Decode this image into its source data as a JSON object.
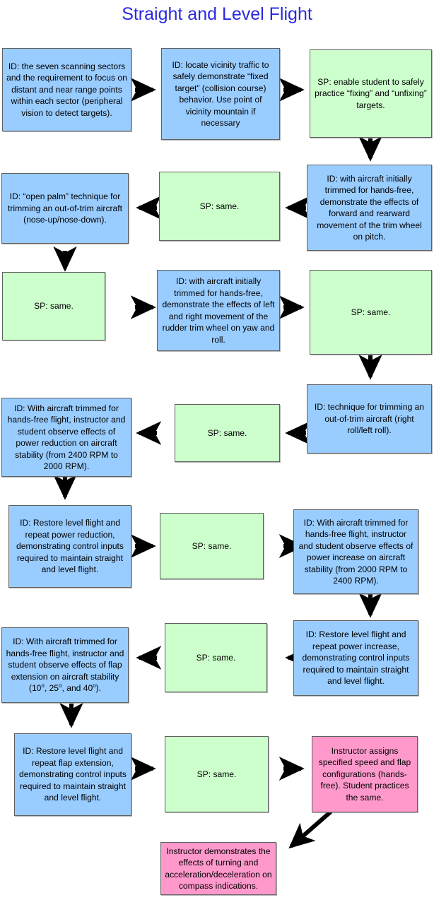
{
  "title": "Straight and Level Flight",
  "colors": {
    "title": "#2a2ae0",
    "id_box": "#99ccff",
    "sp_box": "#ccffcc",
    "instructor_box": "#ff99cc",
    "border": "#606060",
    "arrow": "#000000",
    "background": "#ffffff"
  },
  "nodes": {
    "n1": "ID: the seven scanning sectors and the requirement to focus on distant and near range points within each sector (peripheral vision to detect targets).",
    "n2": "ID: locate vicinity traffic to safely demonstrate “fixed target” (collision course) behavior.  Use point of vicinity mountain if necessary",
    "n3": "SP: enable student to safely practice “fixing” and “unfixing” targets.",
    "n4": "ID: with aircraft initially trimmed for hands-free, demonstrate the effects of forward and rearward movement of the trim wheel on pitch.",
    "n5": "SP: same.",
    "n6": "ID: “open palm” technique for trimming an out-of-trim aircraft (nose-up/nose-down).",
    "n7": "SP: same.",
    "n8": "ID: with aircraft initially trimmed for hands-free, demonstrate the effects of left  and right movement of the rudder trim wheel on yaw and roll.",
    "n9": "SP: same.",
    "n10": "ID: technique for trimming an out-of-trim aircraft (right roll/left roll).",
    "n11": "SP: same.",
    "n12": "ID: With aircraft trimmed for hands-free flight, instructor and student observe effects of power reduction on aircraft stability (from 2400 RPM to 2000 RPM).",
    "n13": "ID: Restore level flight and repeat power reduction, demonstrating control inputs required to maintain straight and level flight.",
    "n14": "SP: same.",
    "n15": "ID: With aircraft trimmed for hands-free flight, instructor and student observe effects of power increase on aircraft stability (from 2000 RPM to 2400 RPM).",
    "n16": "ID: Restore level flight and repeat power increase, demonstrating control inputs required to maintain straight and level flight.",
    "n17": "SP: same.",
    "n18_prefix": "ID: With aircraft trimmed for hands-free flight, instructor and student observe effects of flap extension on aircraft stability (10",
    "n18_mid1": ", 25",
    "n18_mid2": ", and 40",
    "n18_suffix": ").",
    "n18_degree": "o",
    "n19": "ID: Restore level flight and repeat flap extension, demonstrating control inputs required to maintain straight and level flight.",
    "n20": "SP: same.",
    "n21": "Instructor assigns specified speed and flap configurations (hands-free).  Student practices the same.",
    "n22": "Instructor demonstrates the effects of turning and acceleration/deceleration on compass indications."
  },
  "flow": {
    "edges": [
      "n1-to-n2",
      "n2-to-n3",
      "n3-to-n4",
      "n4-to-n5",
      "n5-to-n6",
      "n6-to-n7",
      "n7-to-n8",
      "n8-to-n9",
      "n9-to-n10",
      "n10-to-n11",
      "n11-to-n12",
      "n12-to-n13",
      "n13-to-n14",
      "n14-to-n15",
      "n15-to-n16",
      "n16-to-n17",
      "n17-to-n18",
      "n18-to-n19",
      "n19-to-n20",
      "n20-to-n21",
      "n21-to-n22"
    ]
  }
}
